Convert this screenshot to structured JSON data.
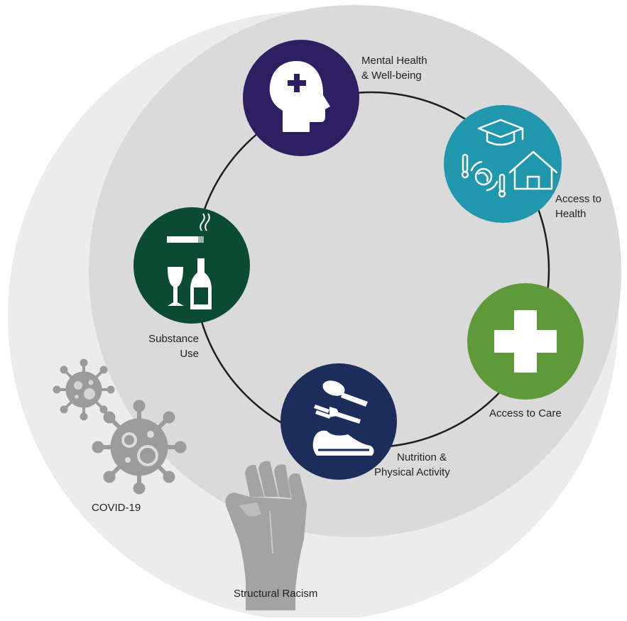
{
  "labels": {
    "mental_health": [
      "Mental Health",
      "& Well-being"
    ],
    "access_to_health": [
      "Access to",
      "Health"
    ],
    "access_to_care": "Access to Care",
    "nutrition": [
      "Nutrition &",
      "Physical Activity"
    ],
    "substance_use": [
      "Substance",
      "Use"
    ],
    "covid": "COVID-19",
    "structural_racism": "Structural Racism"
  },
  "colors": {
    "outer_circle": "#ececec",
    "inner_circle": "#dadada",
    "ring": "#1e1e1e",
    "mental_health": "#2e1f63",
    "access_to_health": "#2197ad",
    "access_to_care": "#5e9a3a",
    "nutrition": "#1c2d5c",
    "substance_use": "#0b4a33",
    "covid_virus": "#9b9b9b",
    "racism_fist": "#a3a3a3"
  },
  "icons": {
    "mental_health": "head-with-medical-cross-icon",
    "access_to_health": "education-environment-housing-icon",
    "access_to_care": "medical-cross-icon",
    "nutrition": "spoon-fork-sneaker-icon",
    "substance_use": "cigarette-wine-bottle-icon",
    "covid": "virus-icon",
    "structural_racism": "raised-fist-icon"
  }
}
